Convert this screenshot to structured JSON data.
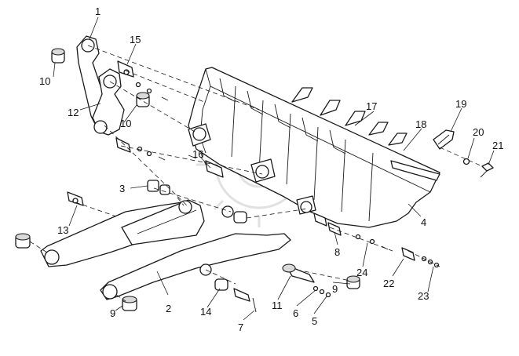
{
  "callouts": [
    {
      "id": "1",
      "label": "1"
    },
    {
      "id": "2",
      "label": "2"
    },
    {
      "id": "3",
      "label": "3"
    },
    {
      "id": "4",
      "label": "4"
    },
    {
      "id": "5",
      "label": "5"
    },
    {
      "id": "6",
      "label": "6"
    },
    {
      "id": "7",
      "label": "7"
    },
    {
      "id": "8",
      "label": "8"
    },
    {
      "id": "9a",
      "label": "9"
    },
    {
      "id": "9b",
      "label": "9"
    },
    {
      "id": "10a",
      "label": "10"
    },
    {
      "id": "10b",
      "label": "10"
    },
    {
      "id": "11",
      "label": "11"
    },
    {
      "id": "12",
      "label": "12"
    },
    {
      "id": "13",
      "label": "13"
    },
    {
      "id": "14",
      "label": "14"
    },
    {
      "id": "15",
      "label": "15"
    },
    {
      "id": "16",
      "label": "16"
    },
    {
      "id": "17",
      "label": "17"
    },
    {
      "id": "18",
      "label": "18"
    },
    {
      "id": "19",
      "label": "19"
    },
    {
      "id": "20",
      "label": "20"
    },
    {
      "id": "21",
      "label": "21"
    },
    {
      "id": "22",
      "label": "22"
    },
    {
      "id": "23",
      "label": "23"
    },
    {
      "id": "24",
      "label": "24"
    }
  ]
}
